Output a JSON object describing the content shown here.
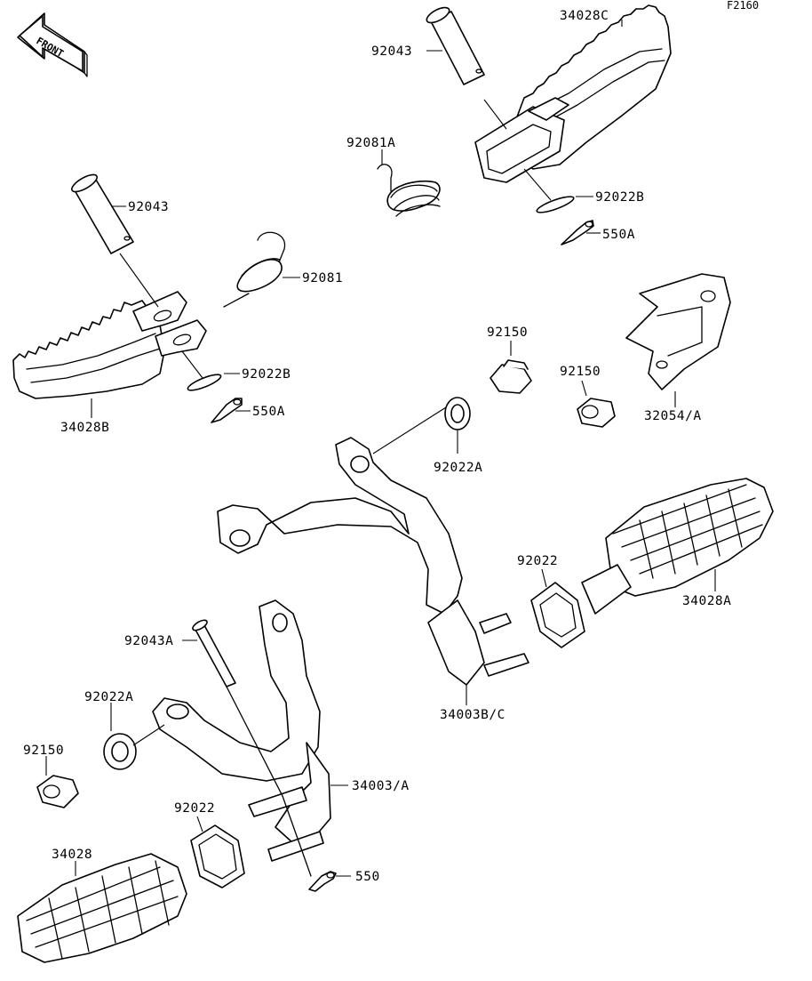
{
  "figure_code": "F2160",
  "front_label": "FRONT",
  "labels": {
    "l_92043_top": "92043",
    "l_34028C": "34028C",
    "l_92081A": "92081A",
    "l_92022B_top": "92022B",
    "l_550A_top": "550A",
    "l_92043_left": "92043",
    "l_92081": "92081",
    "l_92022B_left": "92022B",
    "l_550A_left": "550A",
    "l_34028B": "34028B",
    "l_92150_a": "92150",
    "l_92150_b": "92150",
    "l_32054A": "32054/A",
    "l_92022A_mid": "92022A",
    "l_92022_right": "92022",
    "l_34028A": "34028A",
    "l_34003BC": "34003B/C",
    "l_92043A": "92043A",
    "l_92022A_left": "92022A",
    "l_92150_left": "92150",
    "l_34003A": "34003/A",
    "l_92022_left": "92022",
    "l_34028": "34028",
    "l_550": "550"
  }
}
